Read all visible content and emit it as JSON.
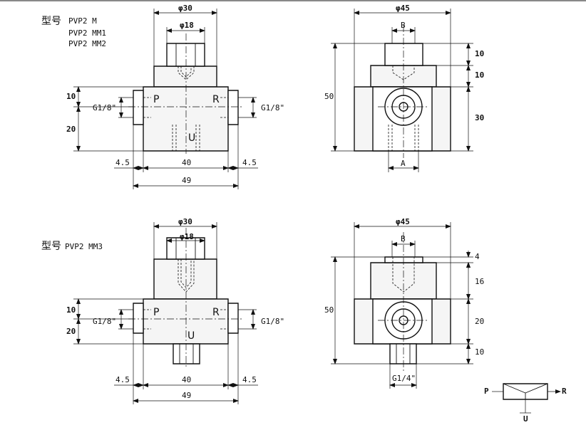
{
  "top_section": {
    "model_prefix": "型号",
    "models": [
      "PVP2 M",
      "PVP2 MM1",
      "PVP2 MM2"
    ],
    "front_view": {
      "dia_outer": "φ30",
      "dia_inner": "φ18",
      "port_left": "P",
      "port_right": "R",
      "port_bottom": "U",
      "thread_left": "G1/8\"",
      "thread_right": "G1/8\"",
      "dim_upper": "10",
      "dim_lower": "20",
      "dim_left_offset": "4.5",
      "dim_right_offset": "4.5",
      "dim_body": "40",
      "dim_overall": "49"
    },
    "side_view": {
      "dia_outer": "φ45",
      "flat_label": "B",
      "bottom_label": "A",
      "dim_height": "50",
      "dim_a": "10",
      "dim_b": "10",
      "dim_c": "30"
    }
  },
  "bottom_section": {
    "model_prefix": "型号",
    "models": [
      "PVP2 MM3"
    ],
    "front_view": {
      "dia_outer": "φ30",
      "dia_inner": "φ18",
      "port_left": "P",
      "port_right": "R",
      "port_bottom": "U",
      "thread_left": "G1/8\"",
      "thread_right": "G1/8\"",
      "dim_upper": "10",
      "dim_lower": "20",
      "dim_left_offset": "4.5",
      "dim_right_offset": "4.5",
      "dim_body": "40",
      "dim_overall": "49"
    },
    "side_view": {
      "dia_outer": "φ45",
      "flat_label": "B",
      "bottom_thread": "G1/4\"",
      "dim_height": "50",
      "dim_a": "4",
      "dim_b": "16",
      "dim_c": "20",
      "dim_d": "10"
    }
  },
  "symbol": {
    "port_left": "P",
    "port_right": "R",
    "port_bottom": "U"
  }
}
